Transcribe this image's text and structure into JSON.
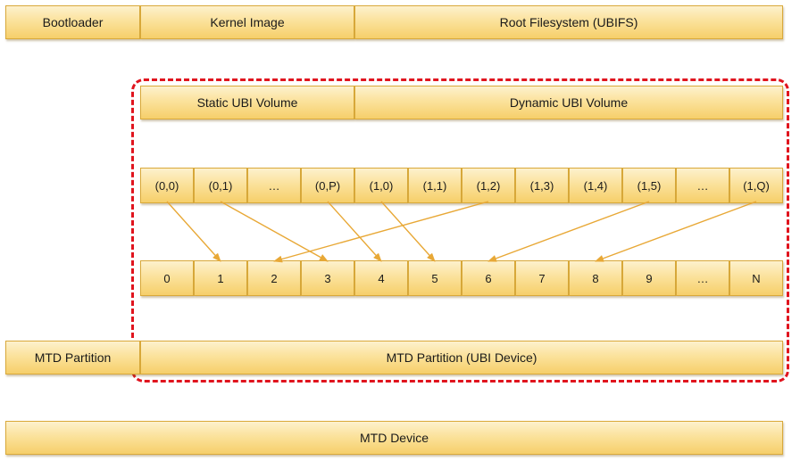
{
  "top_row": {
    "bootloader": "Bootloader",
    "kernel_image": "Kernel Image",
    "root_filesystem": "Root Filesystem (UBIFS)"
  },
  "volumes": {
    "static": "Static UBI Volume",
    "dynamic": "Dynamic UBI Volume"
  },
  "logical_blocks": [
    "(0,0)",
    "(0,1)",
    "...",
    "(0,P)",
    "(1,0)",
    "(1,1)",
    "(1,2)",
    "(1,3)",
    "(1,4)",
    "(1,5)",
    "...",
    "(1,Q)"
  ],
  "physical_blocks": [
    "0",
    "1",
    "2",
    "3",
    "4",
    "5",
    "6",
    "7",
    "8",
    "9",
    "...",
    "N"
  ],
  "mappings": [
    {
      "from": "(0,0)",
      "to": "1"
    },
    {
      "from": "(0,1)",
      "to": "3"
    },
    {
      "from": "(0,P)",
      "to": "4"
    },
    {
      "from": "(1,0)",
      "to": "5"
    },
    {
      "from": "(1,2)",
      "to": "2"
    },
    {
      "from": "(1,5)",
      "to": "6"
    },
    {
      "from": "(1,Q)",
      "to": "8"
    }
  ],
  "mtd_partition": "MTD Partition",
  "mtd_partition_ubi": "MTD Partition (UBI Device)",
  "mtd_device": "MTD Device",
  "colors": {
    "box_fill": "#fbe29c",
    "box_border": "#d9a93a",
    "arrow": "#e8a836",
    "dashed_outline": "#e0141e"
  }
}
